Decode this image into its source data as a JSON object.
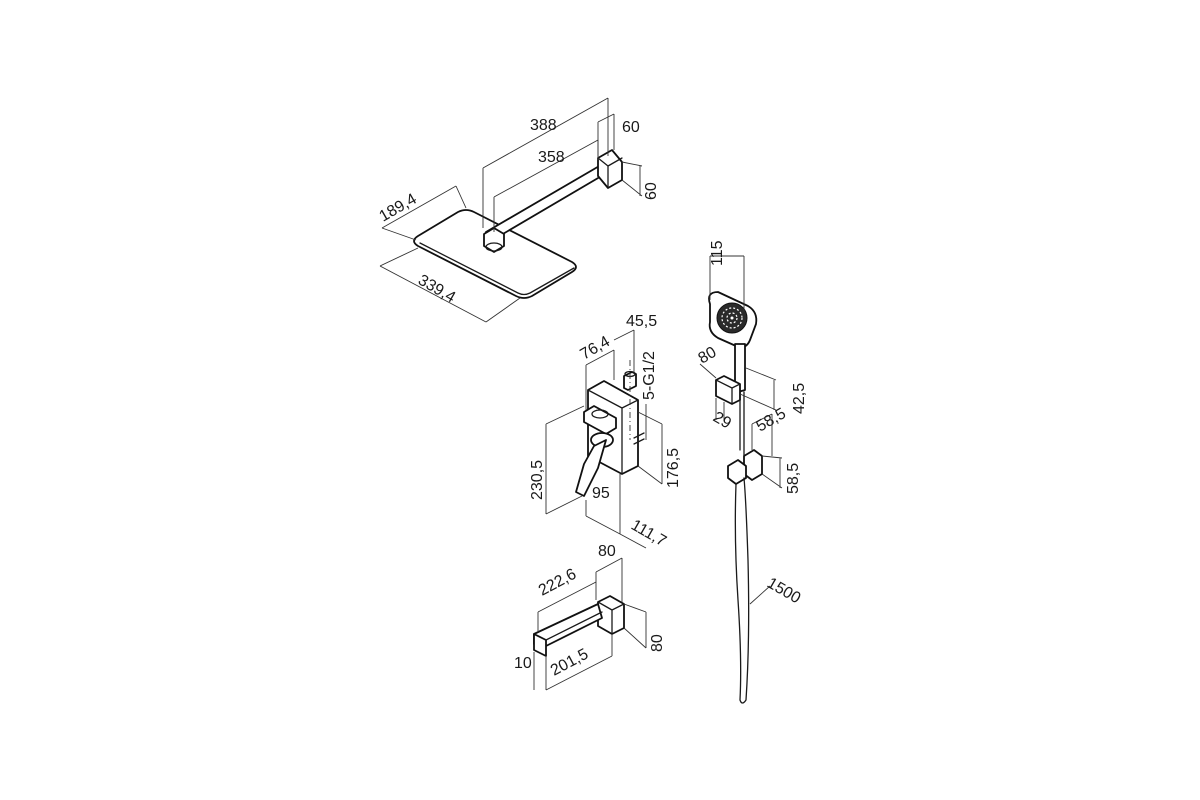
{
  "dimensions": {
    "rain_arm_total": "388",
    "rain_arm_length": "358",
    "rain_flange_width": "60",
    "rain_flange_height": "60",
    "rain_head_depth": "189,4",
    "rain_head_width": "339,4",
    "mixer_width": "76,4",
    "mixer_depth": "45,5",
    "mixer_thread": "5-G1/2",
    "mixer_height": "230,5",
    "mixer_inner_height": "176,5",
    "mixer_handle_span": "95",
    "mixer_body_depth": "111,7",
    "spout_flange": "80",
    "spout_total": "222,6",
    "spout_height": "80",
    "spout_length": "201,5",
    "spout_tip": "10",
    "hand_shower_width": "115",
    "holder_depth": "80",
    "holder_height": "42,5",
    "holder_offset": "29",
    "slider_depth": "58,5",
    "slider_height": "58,5",
    "hose_length": "1500"
  },
  "colors": {
    "line": "#1a1a1a",
    "background": "#ffffff"
  }
}
